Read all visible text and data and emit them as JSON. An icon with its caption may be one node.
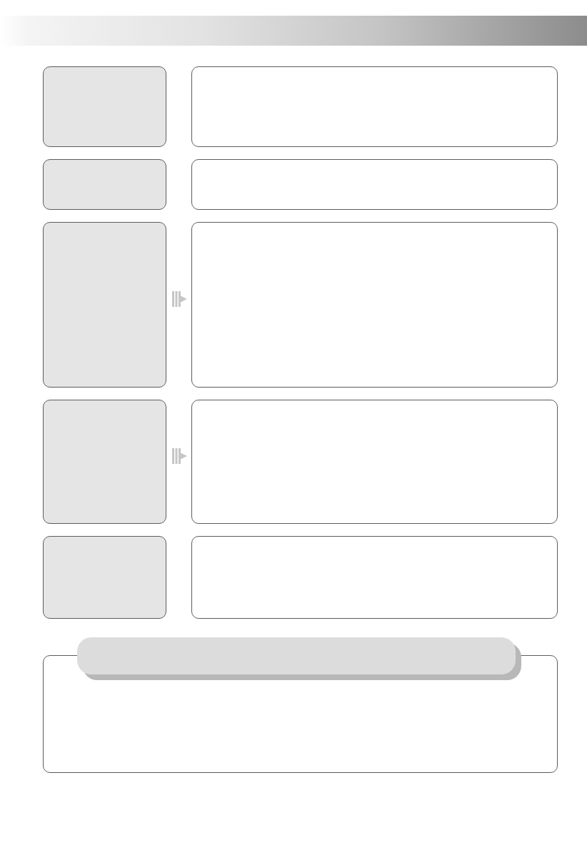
{
  "diagram": {
    "nodes": [
      {
        "text": [],
        "shape": "box"
      },
      {
        "text": [],
        "shape": "box"
      },
      {
        "text": [],
        "shape": "box"
      },
      {
        "text": [],
        "shape": "box"
      },
      {
        "text": [],
        "shape": "box"
      },
      {
        "text": [],
        "shape": "box"
      },
      {
        "text": [],
        "shape": "box"
      },
      {
        "text": [],
        "shape": "box"
      },
      {
        "text": [],
        "shape": "box"
      },
      {
        "text": [],
        "shape": "box"
      },
      {
        "text": [],
        "shape": "box"
      }
    ],
    "edges": [
      {
        "from": 4,
        "to": 5,
        "arrow": "to"
      },
      {
        "from": 6,
        "to": 7,
        "arrow": "to"
      }
    ]
  }
}
